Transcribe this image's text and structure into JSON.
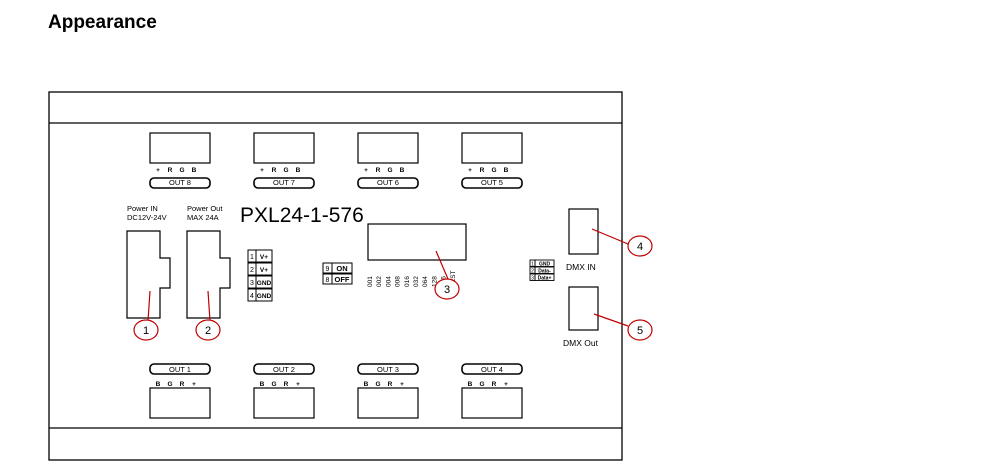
{
  "heading": "Appearance",
  "model": "PXL24-1-576",
  "power_in": {
    "line1": "Power IN",
    "line2": "DC12V-24V"
  },
  "power_out": {
    "line1": "Power Out",
    "line2": "MAX 24A"
  },
  "outputs_top": [
    {
      "label": "OUT 8",
      "pins": [
        "+",
        "R",
        "G",
        "B"
      ]
    },
    {
      "label": "OUT 7",
      "pins": [
        "+",
        "R",
        "G",
        "B"
      ]
    },
    {
      "label": "OUT 6",
      "pins": [
        "+",
        "R",
        "G",
        "B"
      ]
    },
    {
      "label": "OUT 5",
      "pins": [
        "+",
        "R",
        "G",
        "B"
      ]
    }
  ],
  "outputs_bottom": [
    {
      "label": "OUT 1",
      "pins": [
        "B",
        "G",
        "R",
        "+"
      ]
    },
    {
      "label": "OUT 2",
      "pins": [
        "B",
        "G",
        "R",
        "+"
      ]
    },
    {
      "label": "OUT 3",
      "pins": [
        "B",
        "G",
        "R",
        "+"
      ]
    },
    {
      "label": "OUT 4",
      "pins": [
        "B",
        "G",
        "R",
        "+"
      ]
    }
  ],
  "power_pins": [
    {
      "num": "1",
      "label": "V+"
    },
    {
      "num": "2",
      "label": "V+"
    },
    {
      "num": "3",
      "label": "GND"
    },
    {
      "num": "4",
      "label": "GND"
    }
  ],
  "switch_legend": [
    {
      "num": "9",
      "label": "ON"
    },
    {
      "num": "8",
      "label": "OFF"
    }
  ],
  "dip_labels": [
    "001",
    "002",
    "004",
    "008",
    "016",
    "032",
    "064",
    "128",
    "256",
    "TEST"
  ],
  "dmx_pins": [
    {
      "num": "1",
      "label": "GND"
    },
    {
      "num": "2",
      "label": "Data-"
    },
    {
      "num": "3",
      "label": "Data+"
    }
  ],
  "dmx_in": "DMX IN",
  "dmx_out": "DMX Out",
  "callouts": [
    "1",
    "2",
    "3",
    "4",
    "5"
  ]
}
